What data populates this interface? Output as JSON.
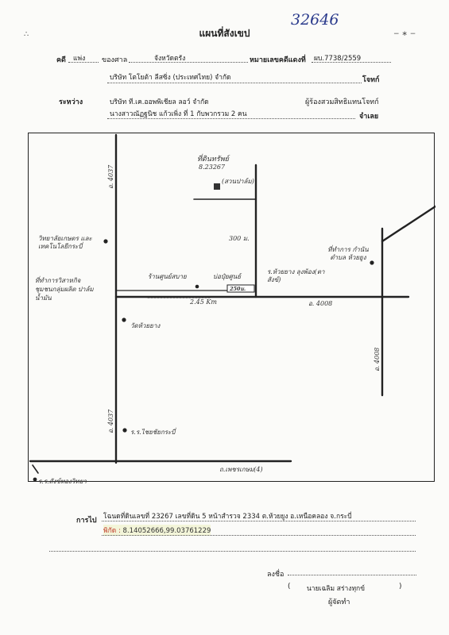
{
  "header": {
    "title": "แผนที่สังเขป",
    "handwritten_number": "32646",
    "case_label": "คดี",
    "case_type": "แพ่ง",
    "court_label": "ของศาล",
    "court_name": "จังหวัดตรัง",
    "black_case_label": "หมายเลขคดีแดงที่",
    "black_case_no": "ผบ.7738/2559"
  },
  "parties": {
    "between_label": "ระหว่าง",
    "plaintiff": "บริษัท โตโยต้า ลีสซิ่ง (ประเทศไทย) จำกัด",
    "plaintiff_role": "โจทก์",
    "assignee": "บริษัท ที.เค.ออพพิเชียล ลอว์ จำกัด",
    "assignee_role": "ผู้ร้องสวมสิทธิแทนโจทก์",
    "defendant": "นางสาวณัฏฐนิช แก้วเพิ่ง ที่ 1 กับพวกรวม 2 คน",
    "defendant_role": "จำเลย"
  },
  "map": {
    "land_label": "ที่ดินทรัพย์",
    "land_no": "8.23267",
    "land_note": "(สวนปาล์ม)",
    "dist_1": "300 ม.",
    "dist_2": "2.45 Km",
    "dist_small": "250ม.",
    "road_4008": "อ. 4008",
    "road_4037_top": "อ. 4037",
    "road_4037_bottom": "อ. 4037",
    "road_4008_right": "อ. 4008",
    "petkasem": "ถ.เพชรเกษม(4)",
    "college": "วิทยาลัยเกษตร และเทคโนโลยีกระบี่",
    "office": "ที่ทำการวิสาหกิจ ชุมชนกลุ่มผลิต ปาล์มน้ำมัน",
    "shop": "ร้านศูนย์สบาย",
    "pond": "บ่อปุ๋ยศูนย์",
    "junction": "ร.ห้วยยาง ลุงพ้อง(ตาสังข์)",
    "kamnan": "ที่ทำการ กำนันตำบล ห้วยยูง",
    "temple": "วัดห้วยยาง",
    "school": "ร.ร.ไชยชัยกระบี่",
    "school2": "ร.ร.สังข์ทองวิทยา"
  },
  "footer": {
    "directions_label": "การไป",
    "directions": "โฉนดที่ดินเลขที่ 23267 เลขที่ดิน 5 หน้าสำรวจ 2334 ต.ห้วยยูง อ.เหนือคลอง จ.กระบี่",
    "coords_label": "พิกัด :",
    "coords": "8.14052666,99.03761229",
    "sign_label": "ลงชื่อ",
    "signer_open": "(",
    "signer": "นายเฉลิม สร่างทุกข์",
    "signer_close": ")",
    "signer_role": "ผู้จัดทำ"
  }
}
